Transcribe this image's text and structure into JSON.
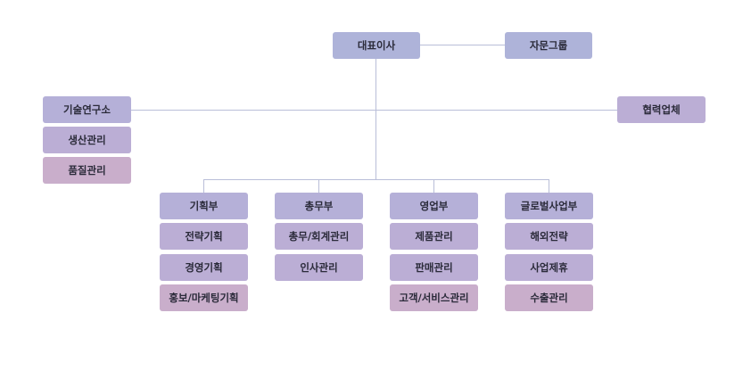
{
  "top": {
    "ceo": "대표이사",
    "advisory": "자문그룹"
  },
  "left": {
    "rnd": "기술연구소",
    "production": "생산관리",
    "quality": "품질관리"
  },
  "right": {
    "partner": "협력업체"
  },
  "departments": [
    {
      "title": "기획부",
      "items": [
        "전략기획",
        "경영기획",
        "홍보/마케팅기획"
      ]
    },
    {
      "title": "총무부",
      "items": [
        "총무/회계관리",
        "인사관리"
      ]
    },
    {
      "title": "영업부",
      "items": [
        "제품관리",
        "판매관리",
        "고객/서비스관리"
      ]
    },
    {
      "title": "글로벌사업부",
      "items": [
        "해외전략",
        "사업제휴",
        "수출관리"
      ]
    }
  ],
  "colors": {
    "head": "#aeb3d9",
    "dept": "#b5b0d8",
    "mid": "#bbaed5",
    "pink": "#c9aecb",
    "line": "#b9bed8"
  }
}
